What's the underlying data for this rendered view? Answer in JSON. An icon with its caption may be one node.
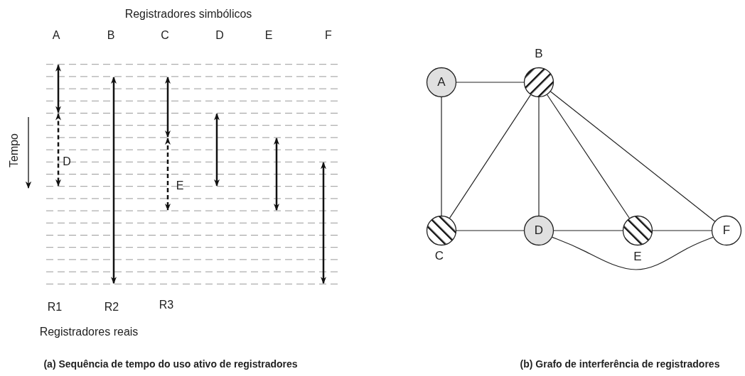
{
  "diagram": {
    "nodes": [
      {
        "text": [
          "A"
        ]
      },
      {
        "text": [
          "B"
        ]
      },
      {
        "text": [
          "C"
        ]
      },
      {
        "text": [
          "D"
        ]
      },
      {
        "text": [
          "E"
        ]
      },
      {
        "text": [
          "F"
        ]
      }
    ],
    "edges": [
      {
        "from": 0,
        "to": 1,
        "arrow": "none"
      },
      {
        "from": 0,
        "to": 2,
        "arrow": "none"
      },
      {
        "from": 1,
        "to": 2,
        "arrow": "none"
      },
      {
        "from": 1,
        "to": 3,
        "arrow": "none"
      },
      {
        "from": 1,
        "to": 4,
        "arrow": "none"
      },
      {
        "from": 1,
        "to": 5,
        "arrow": "none"
      },
      {
        "from": 2,
        "to": 3,
        "arrow": "none"
      },
      {
        "from": 3,
        "to": 4,
        "arrow": "none"
      },
      {
        "from": 4,
        "to": 5,
        "arrow": "none"
      },
      {
        "from": 3,
        "to": 5,
        "arrow": "none"
      }
    ],
    "labels": [
      "Registradores simbólicos",
      "A",
      "B",
      "C",
      "D",
      "E",
      "F",
      "Tempo",
      "D",
      "E",
      "R1",
      "R2",
      "R3",
      "Registradores reais",
      "(a) Sequência de tempo do uso ativo de registradores",
      "(b) Grafo de interferência de registradores"
    ]
  }
}
